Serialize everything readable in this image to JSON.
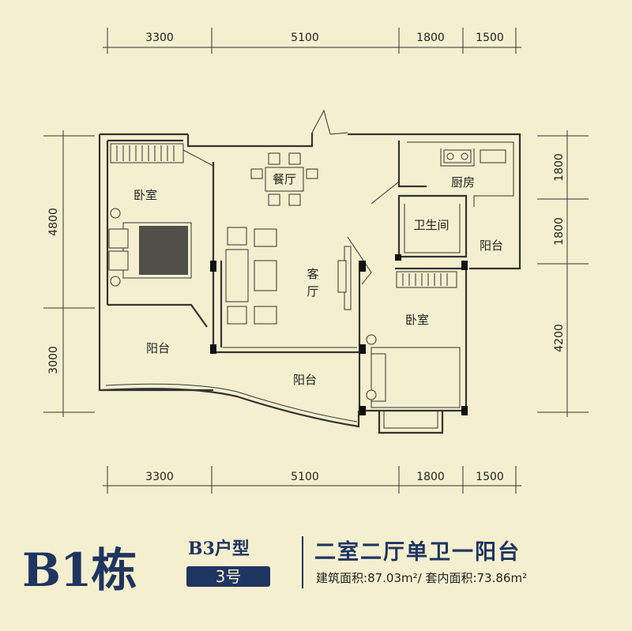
{
  "dimensions": {
    "top": [
      "3300",
      "5100",
      "1800",
      "1500"
    ],
    "bottom": [
      "3300",
      "5100",
      "1800",
      "1500"
    ],
    "left": [
      "4800",
      "3000"
    ],
    "right": [
      "1800",
      "1800",
      "4200"
    ]
  },
  "rooms": {
    "bedroom_main": "卧室",
    "dining": "餐厅",
    "kitchen": "厨房",
    "bathroom": "卫生间",
    "balcony_right": "阳台",
    "living_a": "客",
    "living_b": "厅",
    "bedroom_second": "卧室",
    "balcony_left": "阳台",
    "balcony_bottom": "阳台"
  },
  "caption": {
    "building": "B1栋",
    "unit_type": "B3户型",
    "unit_number": "3号",
    "layout": "二室二厅单卫一阳台",
    "gross_label": "建筑面积:",
    "gross_value": "87.03m²/",
    "net_label": " 套内面积:",
    "net_value": "73.86m²"
  },
  "colors": {
    "background": "#f4efcf",
    "brand_navy": "#1f3561",
    "line": "#333333"
  }
}
